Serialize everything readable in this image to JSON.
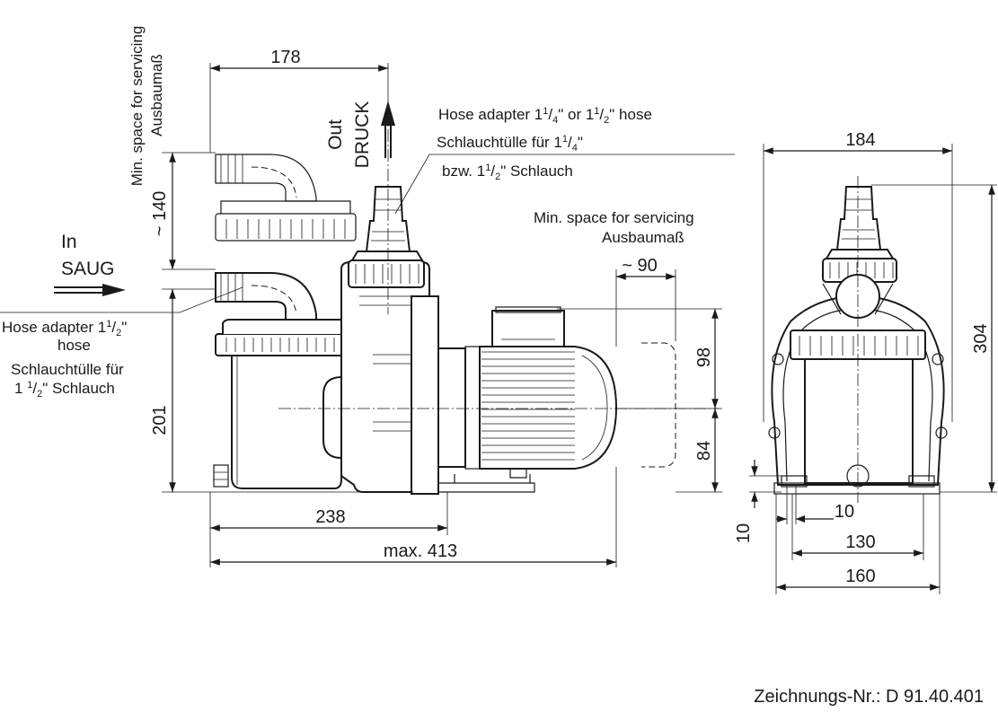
{
  "dims": {
    "d178": "178",
    "d140": "~ 140",
    "d201": "201",
    "d238": "238",
    "d413": "max. 413",
    "d90": "~ 90",
    "d98": "98",
    "d84": "84",
    "d184": "184",
    "d304": "304",
    "d10a": "10",
    "d10b": "10",
    "d130": "130",
    "d160": "160"
  },
  "labels": {
    "min_space_en": "Min. space for servicing",
    "min_space_de": "Ausbaumaß",
    "out": "Out",
    "druck": "DRUCK",
    "in": "In",
    "saug": "SAUG",
    "hose_out_en_a": "Hose adapter 1",
    "hose_out_en_b": "or 1",
    "hose_out_en_c": "hose",
    "hose_out_de_a": "Schlauchtülle für 1",
    "hose_out_de_b": "bzw. 1",
    "hose_out_de_c": "Schlauch",
    "hose_in_en_a": "Hose adapter 1",
    "hose_in_en_b": "hose",
    "hose_in_de_a": "Schlauchtülle für",
    "hose_in_de_b": "1",
    "hose_in_de_c": "Schlauch",
    "min_space_side_en": "Min. space for servicing",
    "min_space_side_de": "Ausbaumaß",
    "frac_num_1": "1",
    "frac_den_4": "4",
    "frac_den_2": "2"
  },
  "drawing_number": "Zeichnungs-Nr.: D 91.40.401"
}
